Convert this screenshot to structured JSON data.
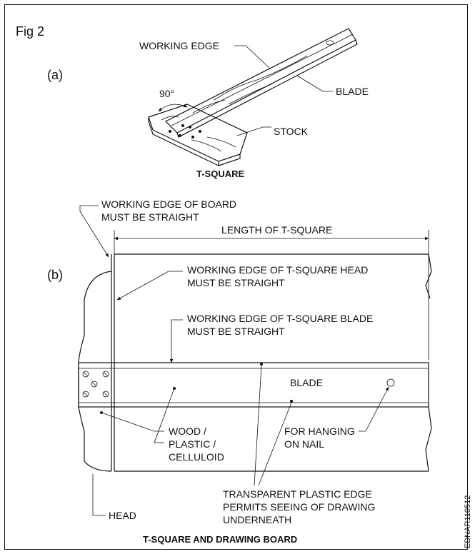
{
  "figure": {
    "label": "Fig 2",
    "code": "EDNAR110512"
  },
  "part_a": {
    "tag": "(a)",
    "angle": "90°",
    "labels": {
      "working_edge": "WORKING EDGE",
      "blade": "BLADE",
      "stock": "STOCK"
    },
    "caption": "T-SQUARE"
  },
  "part_b": {
    "tag": "(b)",
    "labels": {
      "board_edge_1": "WORKING EDGE OF BOARD",
      "board_edge_2": "MUST BE STRAIGHT",
      "length": "LENGTH OF T-SQUARE",
      "head_edge_1": "WORKING EDGE OF T-SQUARE HEAD",
      "head_edge_2": "MUST BE STRAIGHT",
      "blade_edge_1": "WORKING EDGE OF T-SQUARE BLADE",
      "blade_edge_2": "MUST BE STRAIGHT",
      "blade": "BLADE",
      "material_1": "WOOD /",
      "material_2": "PLASTIC /",
      "material_3": "CELLULOID",
      "hanging_1": "FOR HANGING",
      "hanging_2": "ON NAIL",
      "plastic_1": "TRANSPARENT PLASTIC EDGE",
      "plastic_2": "PERMITS SEEING OF DRAWING",
      "plastic_3": "UNDERNEATH",
      "head": "HEAD"
    },
    "caption": "T-SQUARE AND DRAWING BOARD"
  }
}
